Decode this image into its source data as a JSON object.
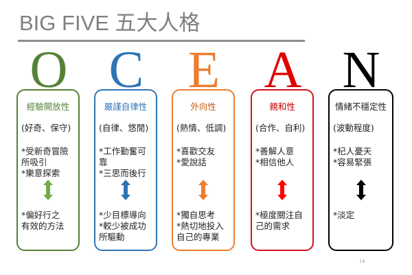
{
  "title": "BIG FIVE 五大人格",
  "page_number": "14",
  "traits": [
    {
      "letter": "O",
      "color": "#548235",
      "arrow_color": "#70ad47",
      "name": "經驗開放性",
      "poles": "(好奇、保守)",
      "high": "*受新奇冒險\n所吸引\n*樂意探索",
      "low": "*偏好行之\n有效的方法"
    },
    {
      "letter": "C",
      "color": "#2e75b6",
      "arrow_color": "#2e75b6",
      "name": "嚴謹自律性",
      "poles": "(自律、悠閒)",
      "high": "*工作勤奮可\n靠\n*三思而後行",
      "low": "*少目標導向\n*較少被成功\n所驅動"
    },
    {
      "letter": "E",
      "color": "#ed7d31",
      "arrow_color": "#ed7d31",
      "name": "外向性",
      "poles": "(熱情、低調)",
      "high": "*喜歡交友\n*愛說話",
      "low": "*獨自思考\n*熱切地投入\n自己的專業"
    },
    {
      "letter": "A",
      "color": "#e00000",
      "arrow_color": "#ff0000",
      "name": "親和性",
      "poles": "(合作、自利)",
      "high": "*善解人意\n*相信他人",
      "low": "*極度關注自\n己的需求"
    },
    {
      "letter": "N",
      "color": "#000000",
      "arrow_color": "#000000",
      "name": "情緒不穩定性",
      "poles": "(波動程度)",
      "high": "*杞人憂天\n*容易緊張",
      "low": "*淡定"
    }
  ]
}
